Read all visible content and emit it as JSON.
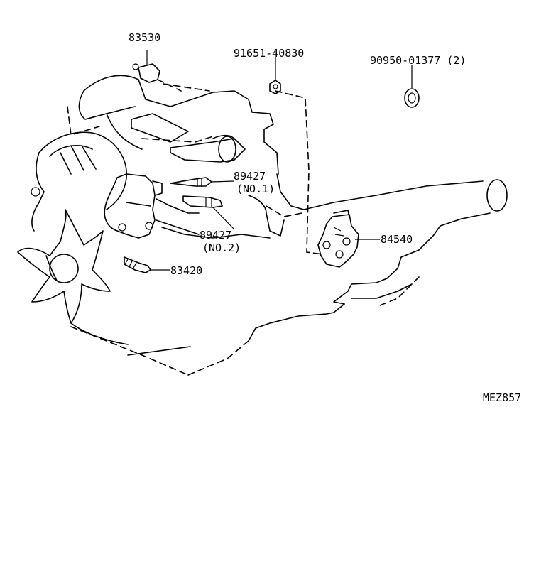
{
  "labels": {
    "part_83530": "83530",
    "part_91651": "91651-40830",
    "part_90950": "90950-01377 (2)",
    "part_89427_a": "89427",
    "note_no1": "(NO.1)",
    "part_89427_b": "89427",
    "note_no2": "(NO.2)",
    "part_84540": "84540",
    "part_83420": "83420",
    "code": "MEZ857"
  },
  "icons": {
    "engine": "engine-icon",
    "transmission": "transmission-housing-icon",
    "switch": "neutral-start-switch-icon",
    "sensor": "sensor-icon",
    "bolt": "bolt-icon",
    "grommet": "grommet-icon"
  }
}
